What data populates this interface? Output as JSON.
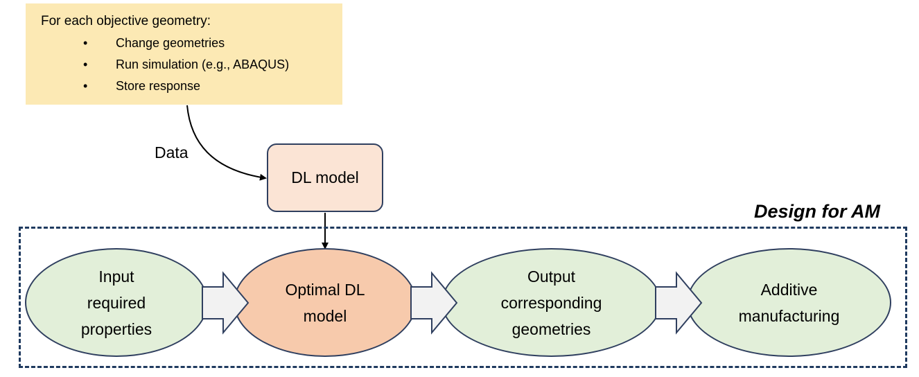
{
  "note": {
    "title": "For each objective geometry:",
    "bullet_glyph": "•",
    "items": [
      "Change geometries",
      "Run simulation (e.g., ABAQUS)",
      "Store response"
    ]
  },
  "edge_label": "Data",
  "dl_model": "DL model",
  "region_title": "Design for AM",
  "nodes": [
    {
      "label": "Input\nrequired\nproperties"
    },
    {
      "label": "Optimal DL\nmodel"
    },
    {
      "label": "Output\ncorresponding\ngeometries"
    },
    {
      "label": "Additive\nmanufacturing"
    }
  ],
  "colors": {
    "note_fill": "#fce9b4",
    "dl_box_fill": "#fbe4d5",
    "node_fill_green": "#e2efd9",
    "node_fill_orange": "#f7caac",
    "region_border": "#1f3a5f",
    "arrow_fill": "#f2f2f2"
  }
}
